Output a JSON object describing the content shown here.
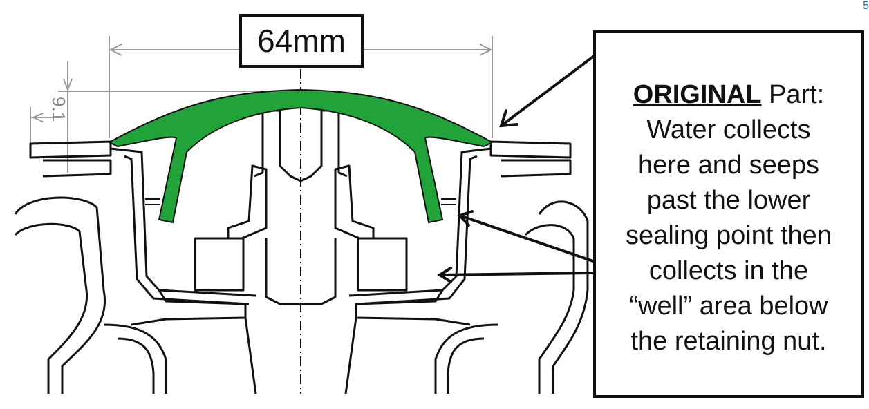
{
  "dimension_label": "64mm",
  "small_dimension_label": "9.1",
  "corner_mark": "5",
  "callout": {
    "emphasis": "ORIGINAL",
    "first_line_rest": " Part:",
    "lines": [
      "Water collects",
      "here and seeps",
      "past the lower",
      "sealing point then",
      "collects in the",
      "“well” area below",
      "the retaining nut."
    ]
  },
  "colors": {
    "seal_green": "#22a33a",
    "line_black": "#111111",
    "dim_gray": "#9a9a9a"
  }
}
